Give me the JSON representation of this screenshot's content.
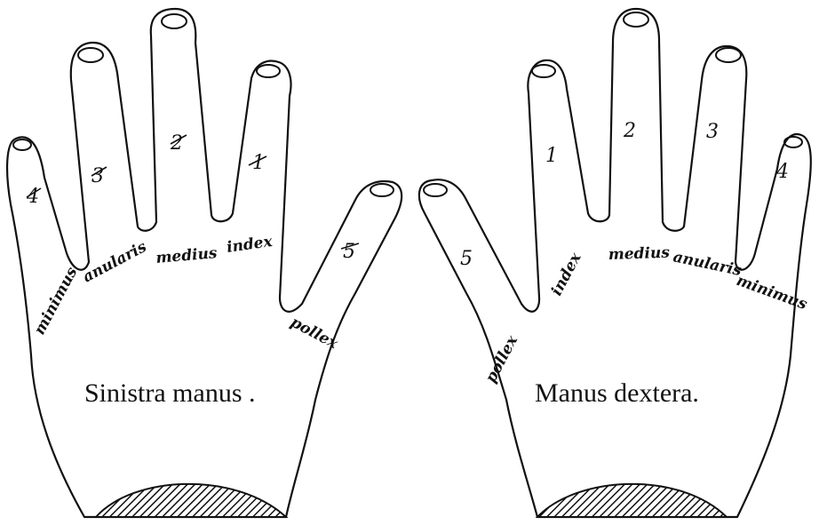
{
  "left_hand": {
    "title": "Sinistra manus .",
    "fingers": {
      "minimus": {
        "name": "minimus",
        "number": "4"
      },
      "anularis": {
        "name": "anularis",
        "number": "3"
      },
      "medius": {
        "name": "medius",
        "number": "2"
      },
      "index": {
        "name": "index",
        "number": "1"
      },
      "pollex": {
        "name": "pollex",
        "number": "5"
      }
    }
  },
  "right_hand": {
    "title": "Manus dextera.",
    "fingers": {
      "pollex": {
        "name": "pollex",
        "number": "5"
      },
      "index": {
        "name": "index",
        "number": "1"
      },
      "medius": {
        "name": "medius",
        "number": "2"
      },
      "anularis": {
        "name": "anularis",
        "number": "3"
      },
      "minimus": {
        "name": "minimus",
        "number": "4"
      }
    }
  }
}
